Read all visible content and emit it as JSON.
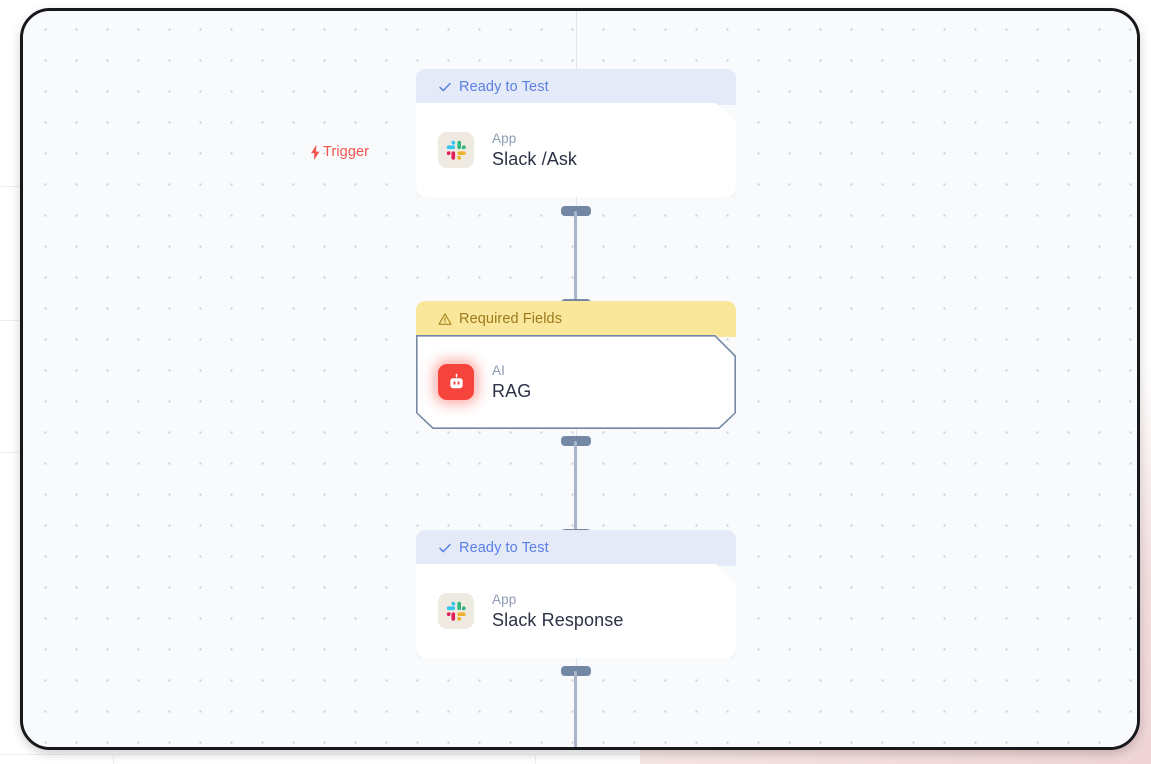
{
  "canvas": {
    "background_color": "#f8fafc",
    "dot_color": "#c9cfda",
    "frame_color": "#17181c"
  },
  "trigger": {
    "label": "Trigger",
    "icon": "lightning-bolt-icon",
    "color": "#f2554e"
  },
  "statuses": {
    "ready": {
      "label": "Ready to Test",
      "icon": "check-icon",
      "bg": "#e4eaf8",
      "fg": "#5b7fe4"
    },
    "required": {
      "label": "Required Fields",
      "icon": "warning-triangle-icon",
      "bg": "#fbe79b",
      "fg": "#9a7a1b"
    }
  },
  "nodes": [
    {
      "id": "slack-ask",
      "status_label": "Ready to Test",
      "status_icon": "check-icon",
      "kind": "App",
      "title": "Slack /Ask",
      "icon": "slack-icon",
      "selected": false
    },
    {
      "id": "rag",
      "status_label": "Required Fields",
      "status_icon": "warning-triangle-icon",
      "kind": "AI",
      "title": "RAG",
      "icon": "robot-icon",
      "selected": true
    },
    {
      "id": "slack-response",
      "status_label": "Ready to Test",
      "status_icon": "check-icon",
      "kind": "App",
      "title": "Slack Response",
      "icon": "slack-icon",
      "selected": false
    }
  ]
}
